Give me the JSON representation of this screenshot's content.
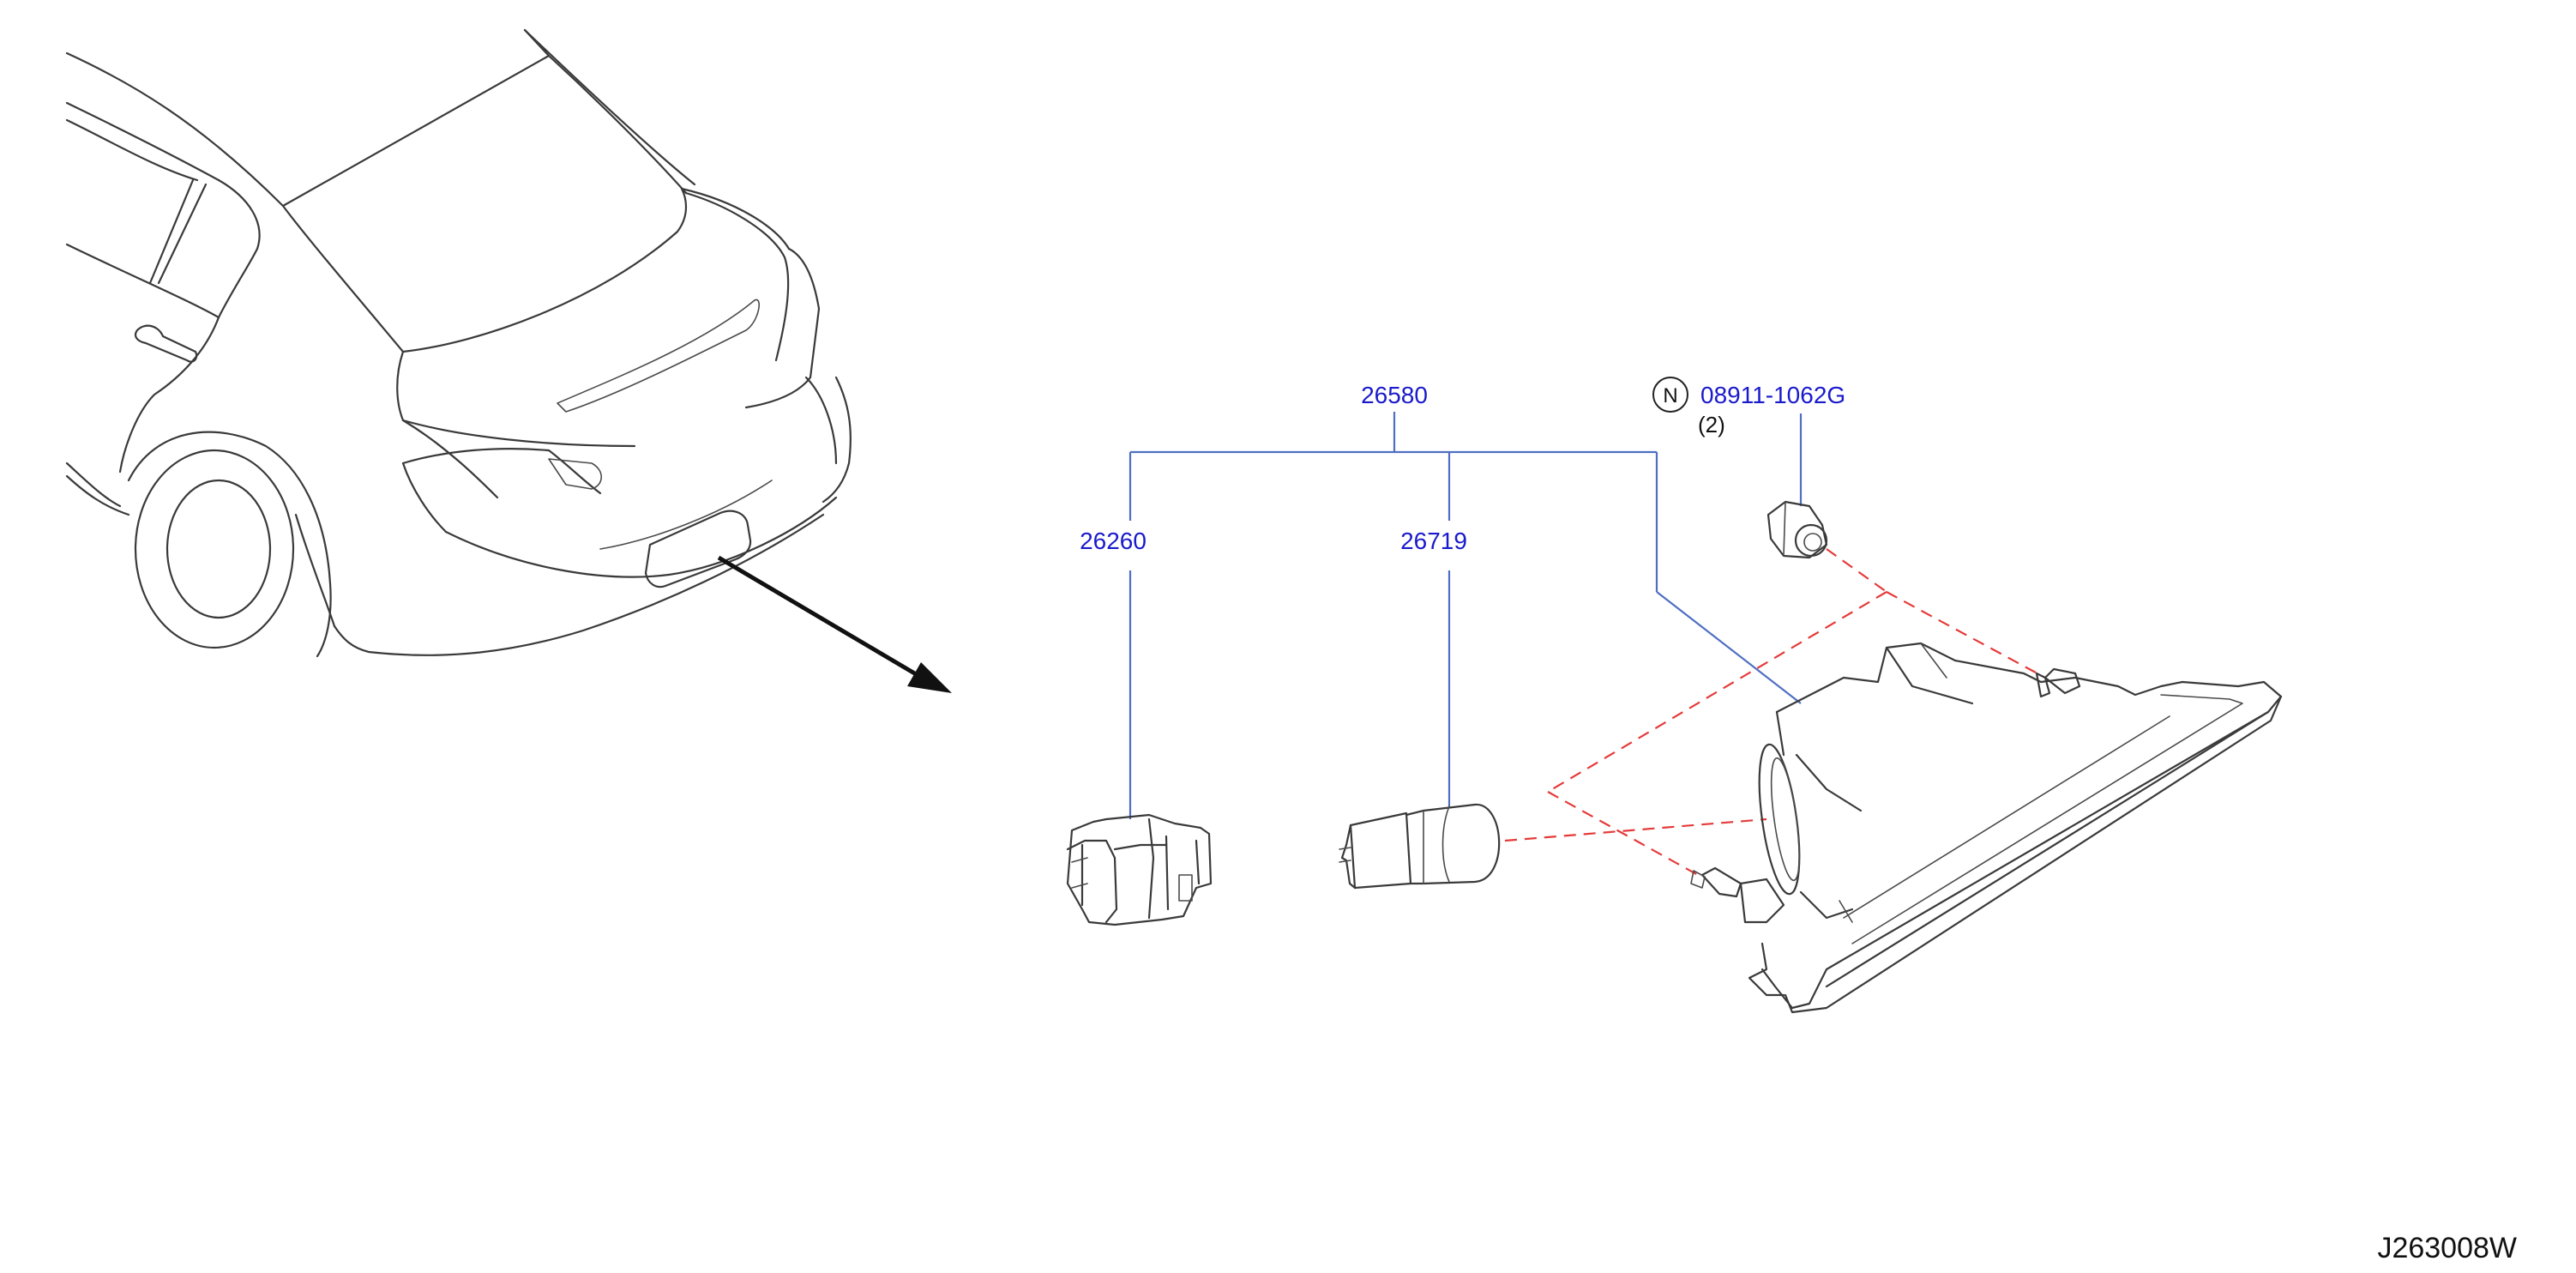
{
  "colors": {
    "label": "#1a1acc",
    "leader": "#4f6fc2",
    "dashed": "#e53a3a",
    "outline": "#3a3a3a"
  },
  "parts": {
    "assembly": {
      "number": "26580"
    },
    "socket": {
      "number": "26260"
    },
    "bulb": {
      "number": "26719"
    },
    "nut": {
      "symbol": "N",
      "number": "08911-1062G",
      "quantity": "(2)"
    }
  },
  "figure_code": "J263008W"
}
